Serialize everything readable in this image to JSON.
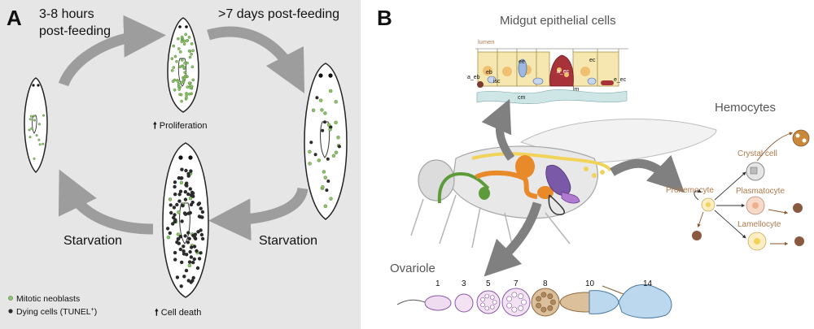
{
  "panel_a": {
    "letter": "A",
    "label_3_8h": [
      "3-8 hours",
      "post-feeding"
    ],
    "label_7d": ">7 days post-feeding",
    "starvation_left": "Starvation",
    "starvation_right": "Starvation",
    "proliferation": "Proliferation",
    "cell_death": "Cell death",
    "legend": {
      "mitotic": "Mitotic neoblasts",
      "dying": "Dying cells (TUNEL",
      "dying_sup": "+",
      "dying_end": ")"
    },
    "colors": {
      "background": "#e6e6e6",
      "arrow": "#9d9d9d",
      "mitotic": "#8cc46a",
      "dying": "#2b2b2b"
    }
  },
  "panel_b": {
    "letter": "B",
    "midgut_title": "Midgut epithelial cells",
    "midgut_labels": {
      "lumen": "lumen",
      "a_eb": "a_eb",
      "eb": "eb",
      "isc": "isc",
      "ee": "ee",
      "a_ec": "a_ec",
      "ec": "ec",
      "lm": "lm",
      "cm": "cm",
      "e_ec": "e_ec"
    },
    "hemocytes_title": "Hemocytes",
    "crystal_cell": "Crystal cell",
    "prohemocyte": "Prohemocyte",
    "plasmatocyte": "Plasmatocyte",
    "lamellocyte": "Lamellocyte",
    "ovariole_title": "Ovariole",
    "stages": [
      "1",
      "3",
      "5",
      "7",
      "8",
      "10",
      "14"
    ],
    "colors": {
      "arrow": "#808080",
      "gut_orange": "#e8892a",
      "ovary_purple": "#7a5aa8",
      "gut_green": "#5c9a3a",
      "gut_yellow": "#f1d35a",
      "label_brown": "#b07a4a"
    }
  }
}
